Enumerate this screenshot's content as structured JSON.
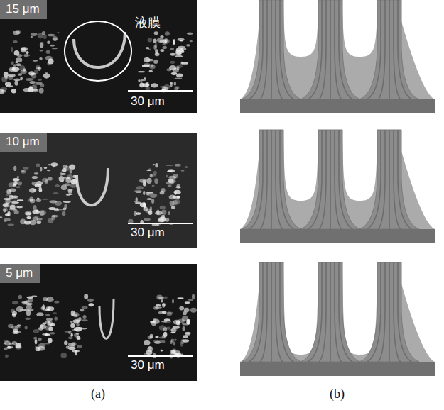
{
  "diagram": {
    "nodes": [
      {
        "text": [
          "15 μm"
        ]
      },
      {
        "text": [
          "10 μm"
        ]
      },
      {
        "text": [
          "5 μm"
        ]
      }
    ],
    "labels": [
      "液膜",
      "30 μm",
      "30 μm",
      "30 μm",
      "(a)",
      "(b)"
    ]
  }
}
